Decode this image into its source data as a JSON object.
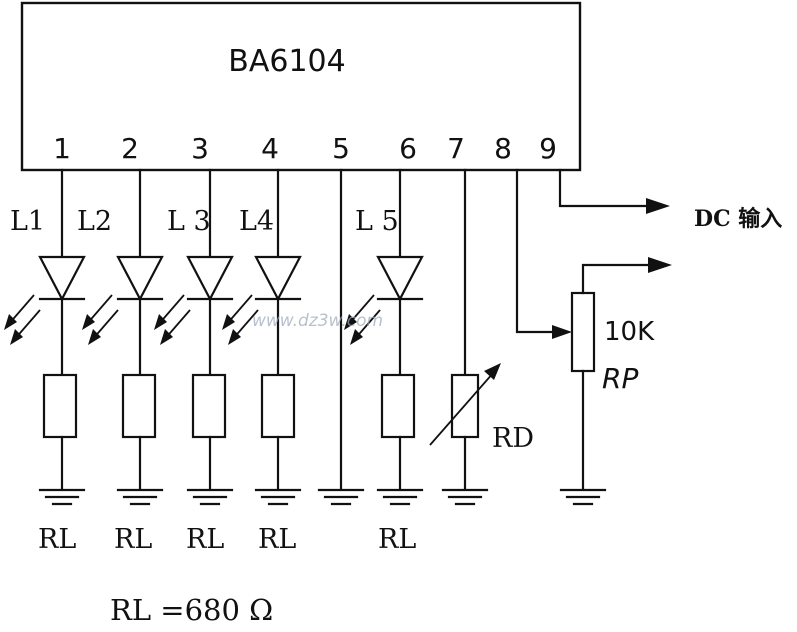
{
  "chip": {
    "label": "BA6104",
    "pins": [
      "1",
      "2",
      "3",
      "4",
      "5",
      "6",
      "7",
      "8",
      "9"
    ]
  },
  "leds": [
    {
      "label": "L1"
    },
    {
      "label": "L2"
    },
    {
      "label": "L 3"
    },
    {
      "label": "L4"
    },
    {
      "label": "L 5"
    }
  ],
  "load_resistors": [
    {
      "label": "RL"
    },
    {
      "label": "RL"
    },
    {
      "label": "RL"
    },
    {
      "label": "RL"
    },
    {
      "label": "RL"
    }
  ],
  "rd": {
    "label": "RD"
  },
  "rp": {
    "value": "10K",
    "label": "RP"
  },
  "dc_input": {
    "label": "DC 输入"
  },
  "note": {
    "text": "RL =680 Ω"
  },
  "watermark": {
    "text": "www.dz3w.com"
  }
}
